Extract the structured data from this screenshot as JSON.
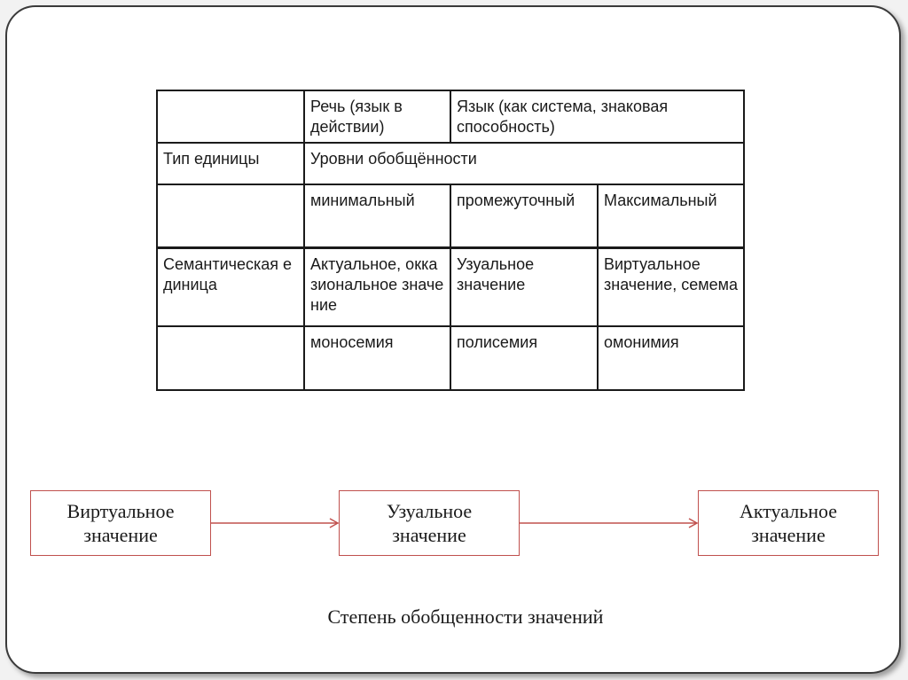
{
  "table": {
    "header": {
      "empty": "",
      "speech": "Речь (язык в действии)",
      "language": "Язык (как система, знаковая способность)"
    },
    "row_unit_type": {
      "label": "Тип единицы",
      "levels": "Уровни обобщённости"
    },
    "row_levels": {
      "label": "",
      "minimal": "минимальный",
      "intermediate": "промежуточный",
      "maximal": "Максимальный"
    },
    "row_semantic": {
      "label": "Семантическая единица",
      "minimal": "Актуальное, окказиональное значение",
      "intermediate": "Узуальное значение",
      "maximal": "Виртуальное значение, семема"
    },
    "row_semy": {
      "label": "",
      "minimal": "моносемия",
      "intermediate": "полисемия",
      "maximal": "омонимия"
    }
  },
  "flow": {
    "box1": "Виртуальное\nзначение",
    "box2": "Узуальное\nзначение",
    "box3": "Актуальное\nзначение",
    "caption": "Степень обобщенности значений",
    "accent_color": "#c0504d"
  }
}
